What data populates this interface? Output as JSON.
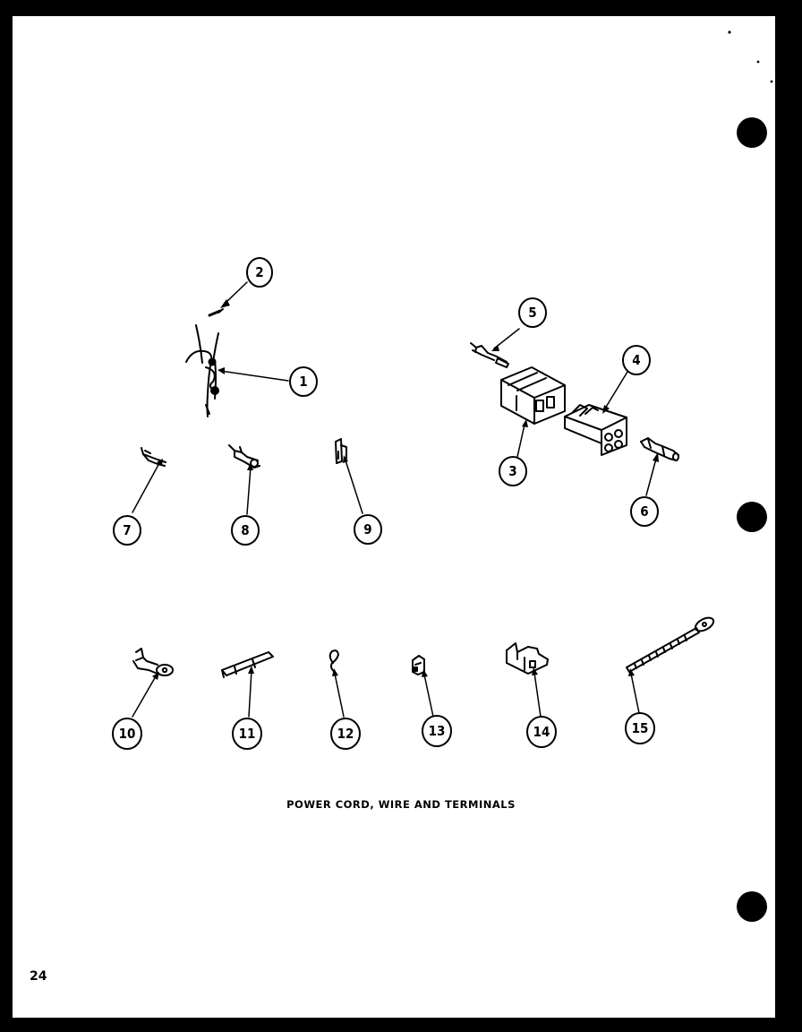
{
  "caption": "POWER CORD, WIRE AND TERMINALS",
  "page_number": "24",
  "callouts": [
    "1",
    "2",
    "3",
    "4",
    "5",
    "6",
    "7",
    "8",
    "9",
    "10",
    "11",
    "12",
    "13",
    "14",
    "15"
  ],
  "colors": {
    "ink": "#000000",
    "paper": "#ffffff"
  }
}
